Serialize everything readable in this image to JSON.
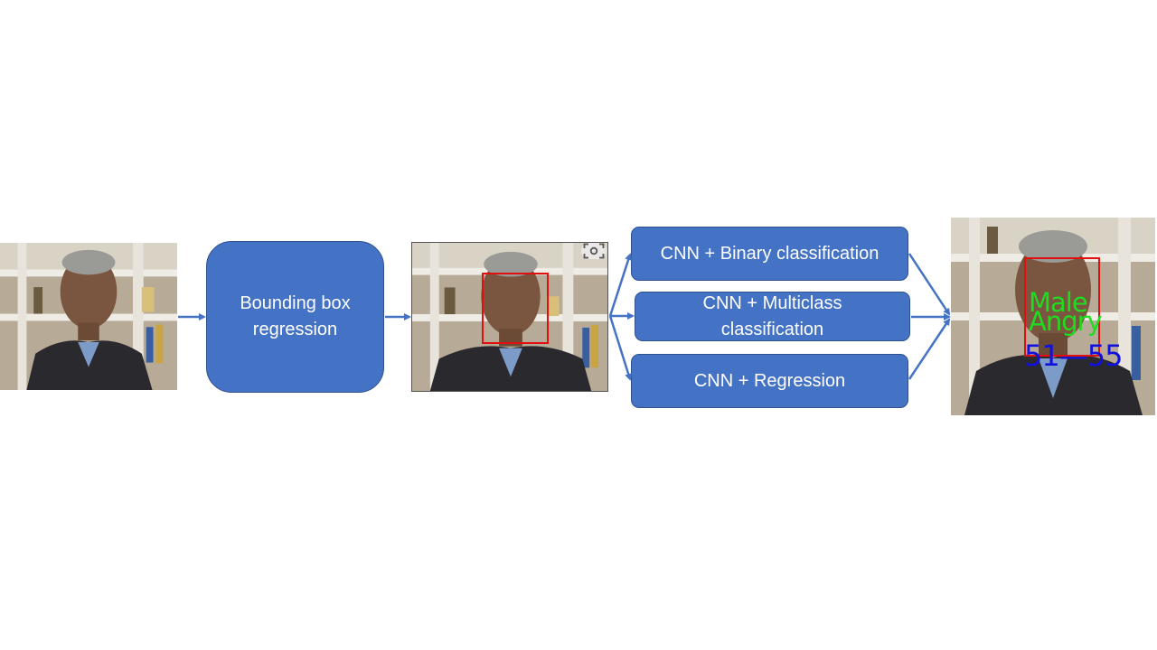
{
  "steps": {
    "bbox_regression": {
      "line1": "Bounding box",
      "line2": "regression"
    },
    "binary": {
      "label": "CNN + Binary classification"
    },
    "multiclass": {
      "line1": "CNN + Multiclass",
      "line2": "classification"
    },
    "regression": {
      "label": "CNN + Regression"
    }
  },
  "output_labels": {
    "gender": "Male",
    "emotion": "Angry",
    "age": "51—55"
  },
  "colors": {
    "box_fill": "#4472c4",
    "box_border": "#2f528f",
    "arrow": "#4472c4",
    "face_box": "#e01010",
    "gender_text": "#1edc1e",
    "age_text": "#1010e0"
  },
  "icons": [
    "screenshot-icon"
  ]
}
